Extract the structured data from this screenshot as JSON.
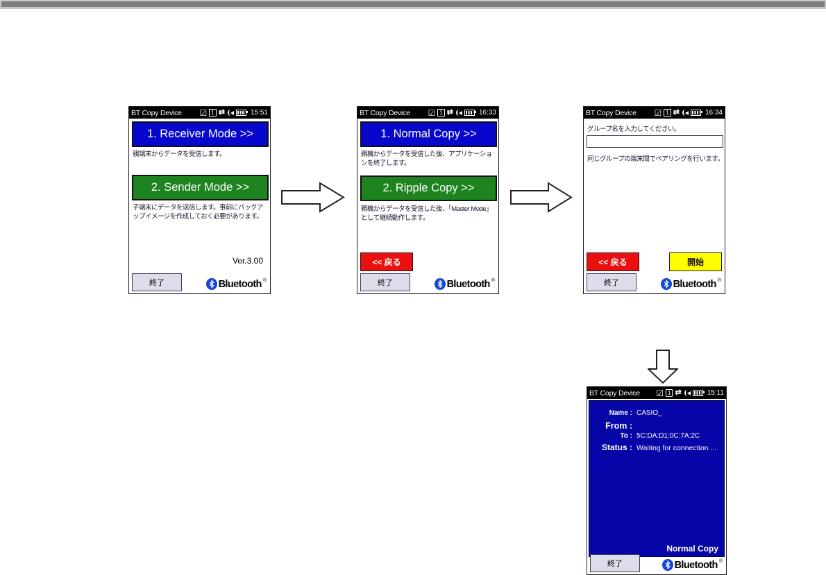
{
  "statusbar": {
    "badge": "1",
    "icons": {
      "memo_check": "☑",
      "connectivity": "⇄"
    }
  },
  "brand": {
    "wordmark": "Bluetooth",
    "registered": "®"
  },
  "colors": {
    "primary_button": "#0606cd",
    "secondary_button": "#1e8420",
    "back_button": "#ea1010",
    "start_button": "#ffff00",
    "exit_button": "#dcdcea",
    "status_panel": "#0505a8",
    "titlebar": "#000000",
    "bluetooth_logo": "#1546d4",
    "page_rule": "#7e7e7e"
  },
  "screens": [
    {
      "title": "BT Copy Device",
      "time": "15:51",
      "primary_button": "1. Receiver Mode >>",
      "primary_desc": "親端末からデータを受信します。",
      "secondary_button": "2. Sender Mode >>",
      "secondary_desc": "子端末にデータを送信します。事前にバックアップイメージを作成しておく必要があります。",
      "version": "Ver.3.00",
      "exit_button": "終了"
    },
    {
      "title": "BT Copy Device",
      "time": "16:33",
      "primary_button": "1. Normal Copy >>",
      "primary_desc": "親機からデータを受信した後、アプリケーションを終了します。",
      "secondary_button": "2. Ripple Copy >>",
      "secondary_desc": "親機からデータを受信した後、「Master Mode」として継続動作します。",
      "back_button": "<< 戻る",
      "exit_button": "終了"
    },
    {
      "title": "BT Copy Device",
      "time": "16:34",
      "prompt": "グループ名を入力してください。",
      "input_value": "",
      "note": "同じグループの端末間でペアリングを行います。",
      "back_button": "<< 戻る",
      "start_button": "開始",
      "exit_button": "終了"
    },
    {
      "title": "BT Copy Device",
      "time": "15:11",
      "fields": [
        {
          "label": "Name :",
          "value": "CASIO_"
        },
        {
          "label": "From :",
          "value": ""
        },
        {
          "label": "To :",
          "value": "5C:DA:D1:0C:7A:2C"
        },
        {
          "label": "Status :",
          "value": "Waiting for connection ..."
        }
      ],
      "mode_label": "Normal Copy",
      "exit_button": "終了"
    }
  ]
}
